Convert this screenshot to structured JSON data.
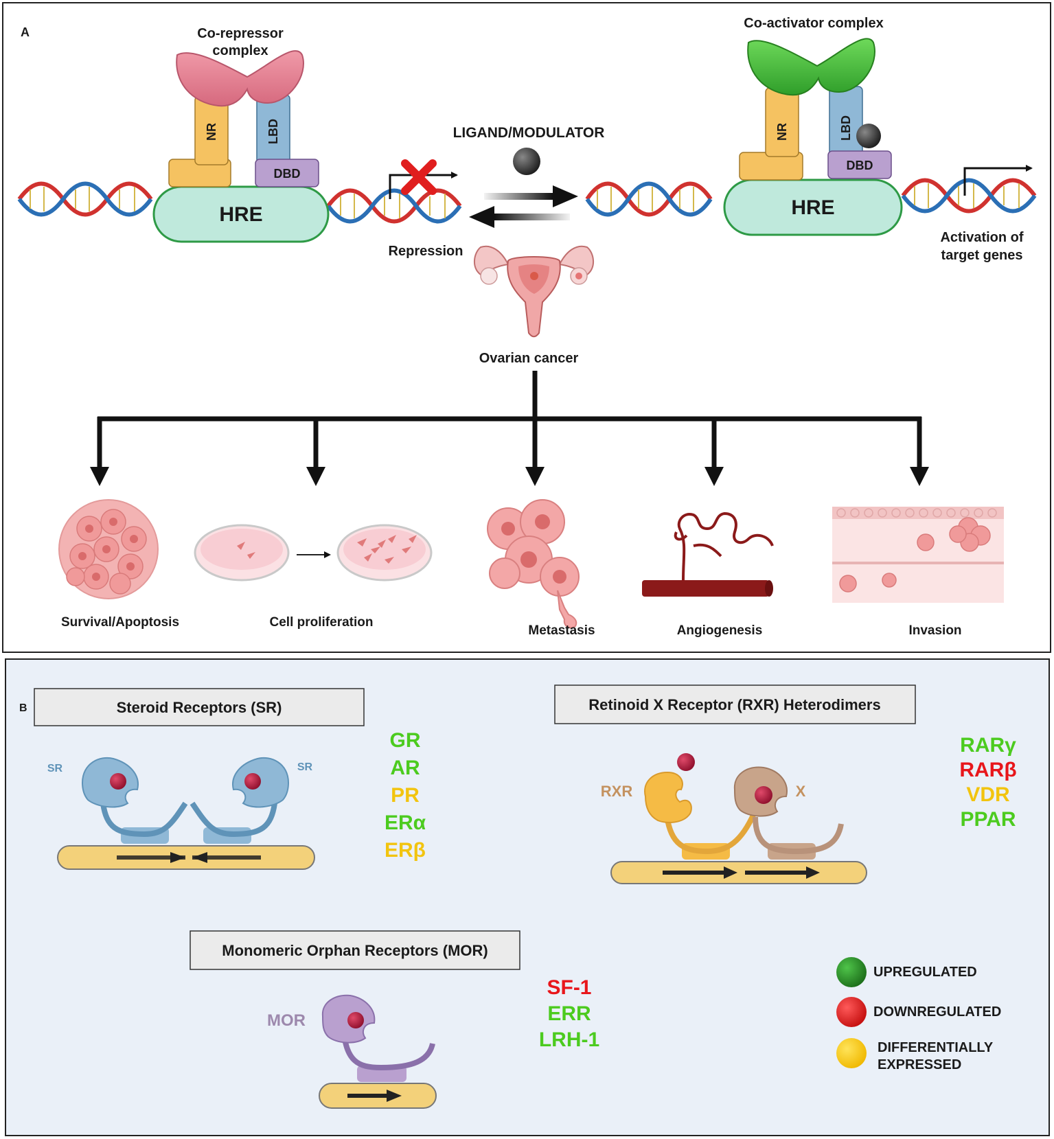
{
  "panel_a": {
    "label": "A",
    "corepressor_label_1": "Co-repressor",
    "corepressor_label_2": "complex",
    "coactivator_label": "Co-activator complex",
    "nr_label": "NR",
    "lbd_label": "LBD",
    "dbd_label": "DBD",
    "hre_label": "HRE",
    "ligand_label": "LIGAND/MODULATOR",
    "repression_label": "Repression",
    "activation_label_1": "Activation of",
    "activation_label_2": "target genes",
    "cancer_label": "Ovarian cancer",
    "outcomes": [
      "Survival/Apoptosis",
      "Cell proliferation",
      "Metastasis",
      "Angiogenesis",
      "Invasion"
    ]
  },
  "panel_b": {
    "label": "B",
    "sr_title": "Steroid Receptors (SR)",
    "sr_tag": "SR",
    "sr_genes": [
      {
        "name": "GR",
        "color": "#4ccb1f"
      },
      {
        "name": "AR",
        "color": "#4ccb1f"
      },
      {
        "name": "PR",
        "color": "#f2c40f"
      },
      {
        "name": "ERα",
        "color": "#4ccb1f"
      },
      {
        "name": "ERβ",
        "color": "#f2c40f"
      }
    ],
    "rxr_title": "Retinoid X Receptor (RXR) Heterodimers",
    "rxr_tag": "RXR",
    "x_tag": "X",
    "rxr_genes": [
      {
        "name": "RARγ",
        "color": "#4ccb1f"
      },
      {
        "name": "RARβ",
        "color": "#e8161b"
      },
      {
        "name": "VDR",
        "color": "#f2c40f"
      },
      {
        "name": "PPAR",
        "color": "#4ccb1f"
      }
    ],
    "mor_title": "Monomeric Orphan Receptors (MOR)",
    "mor_tag": "MOR",
    "mor_genes": [
      {
        "name": "SF-1",
        "color": "#e8161b"
      },
      {
        "name": "ERR",
        "color": "#4ccb1f"
      },
      {
        "name": "LRH-1",
        "color": "#4ccb1f"
      }
    ],
    "legend": {
      "upregulated": "UPREGULATED",
      "downregulated": "DOWNREGULATED",
      "differential_1": "DIFFERENTIALLY",
      "differential_2": "EXPRESSED"
    }
  }
}
